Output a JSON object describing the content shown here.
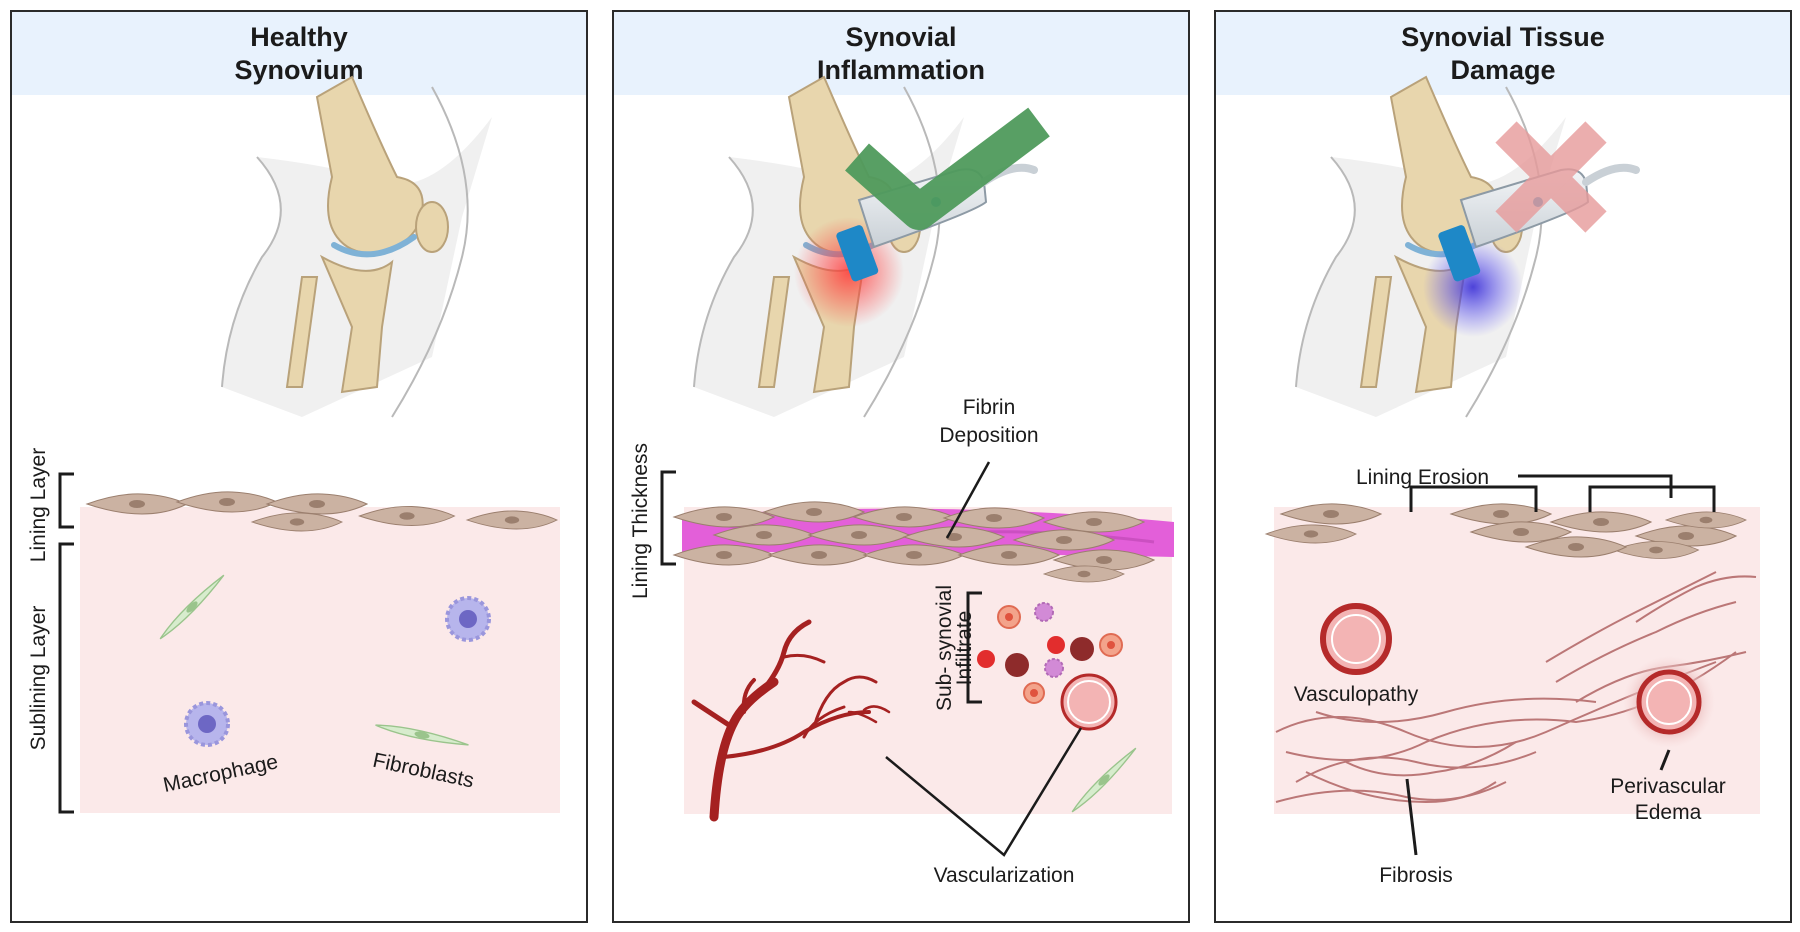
{
  "colors": {
    "header_bg": "#e8f2fd",
    "tissue": "#fbe9e9",
    "lining_cell": "#cbb2a2",
    "fibrin": "#e35fd9",
    "vessel": "#b52a2a",
    "check": "#4f9a5c",
    "cross": "#e79b9b"
  },
  "panels": [
    {
      "title": "Healthy\nSynovium",
      "labels": {
        "lining_layer": "Lining Layer",
        "sublining_layer": "Sublining Layer",
        "macrophage": "Macrophage",
        "fibroblasts": "Fibroblasts"
      }
    },
    {
      "title": "Synovial\nInflammation",
      "labels": {
        "lining_thickness": "Lining Thickness",
        "fibrin_line1": "Fibrin",
        "fibrin_line2": "Deposition",
        "infiltrate_line1": "Sub- synovial",
        "infiltrate_line2": "Infiltrate",
        "vascularization": "Vascularization"
      },
      "ultrasound_verdict": "check-icon"
    },
    {
      "title": "Synovial Tissue\nDamage",
      "labels": {
        "lining_erosion": "Lining Erosion",
        "vasculopathy": "Vasculopathy",
        "perivascular_line1": "Perivascular",
        "perivascular_line2": "Edema",
        "fibrosis": "Fibrosis"
      },
      "ultrasound_verdict": "cross-icon"
    }
  ]
}
